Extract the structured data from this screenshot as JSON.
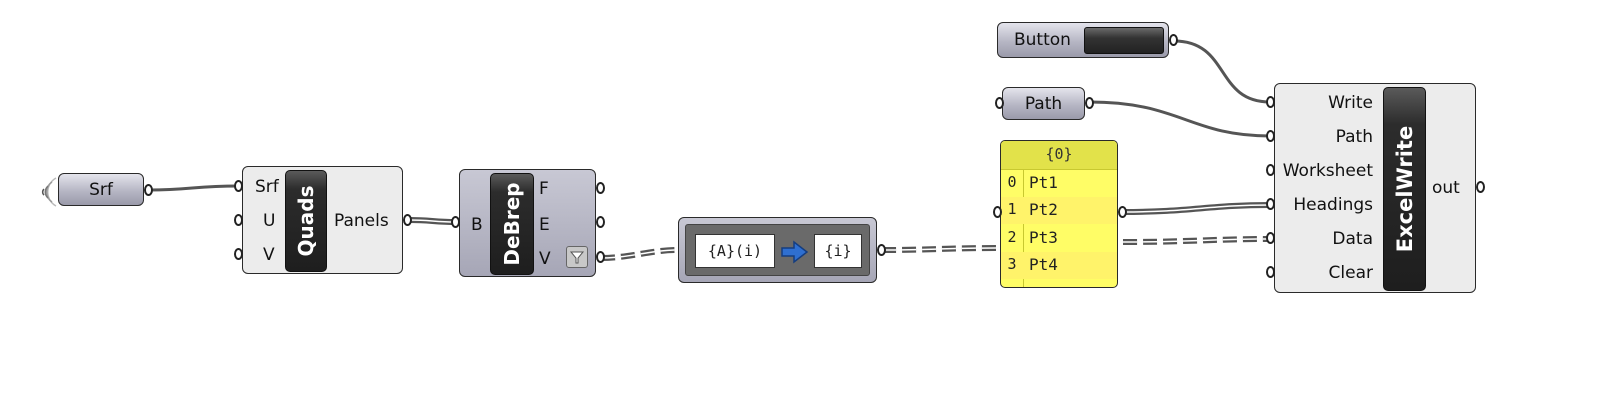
{
  "components": {
    "srf_param": {
      "label": "Srf"
    },
    "quads": {
      "name": "Quads",
      "inputs": [
        "Srf",
        "U",
        "V"
      ],
      "outputs": [
        "Panels"
      ]
    },
    "debrep": {
      "name": "DeBrep",
      "inputs": [
        "B"
      ],
      "outputs": [
        "F",
        "E",
        "V"
      ],
      "flatten_flag_icon": "flatten-funnel-icon"
    },
    "path_mapper": {
      "source": "{A}(i)",
      "target": "{i}",
      "arrow_icon": "arrow-right-icon"
    },
    "panel": {
      "header": "{0}",
      "rows": [
        {
          "index": "0",
          "value": "Pt1"
        },
        {
          "index": "1",
          "value": "Pt2"
        },
        {
          "index": "2",
          "value": "Pt3"
        },
        {
          "index": "3",
          "value": "Pt4"
        }
      ]
    },
    "button": {
      "label": "Button"
    },
    "path_param": {
      "label": "Path"
    },
    "excelwrite": {
      "name": "ExcelWrite",
      "inputs": [
        "Write",
        "Path",
        "Worksheet",
        "Headings",
        "Data",
        "Clear"
      ],
      "outputs": [
        "out"
      ]
    }
  },
  "colors": {
    "panel_yellow": "#fffd66",
    "component_core": "#1e1e1e",
    "wire": "#555555"
  }
}
